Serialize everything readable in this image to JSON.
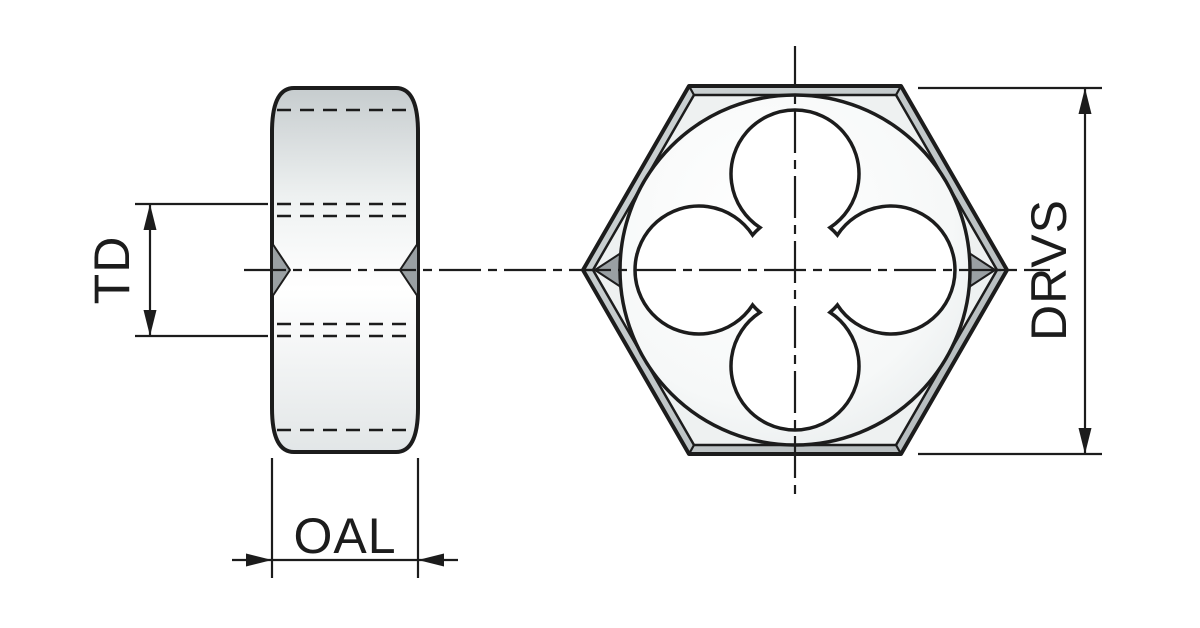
{
  "diagram": {
    "labels": {
      "thread_diameter": "TD",
      "overall_length": "OAL",
      "drive_size": "DRVS"
    },
    "colors": {
      "line": "#1c1c1c",
      "background": "#ffffff",
      "metal_light": "#eef1f1",
      "metal_mid": "#c6ccce",
      "metal_dark": "#9aa0a3"
    }
  }
}
